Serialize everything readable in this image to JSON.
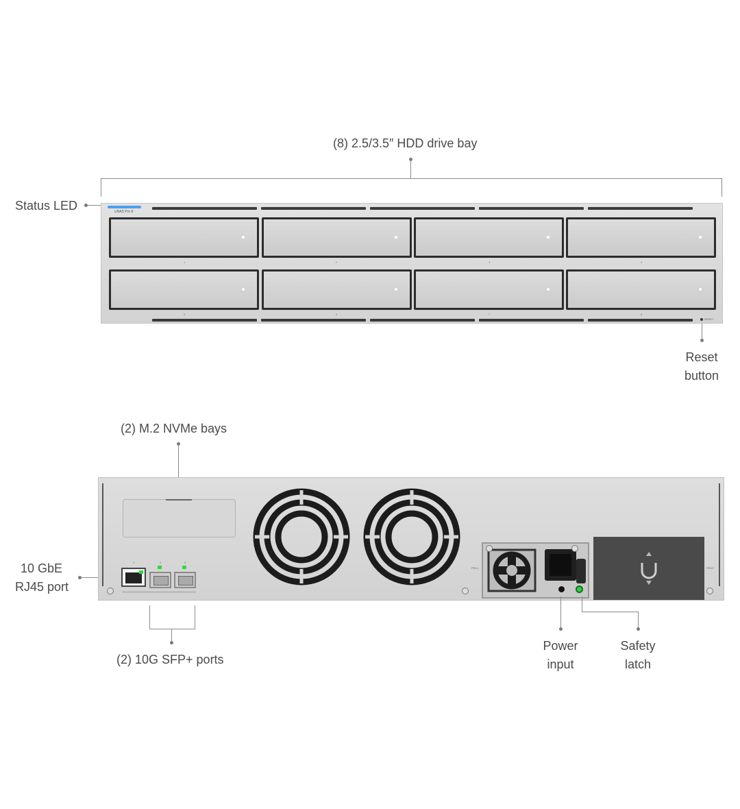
{
  "callouts": {
    "drive_bay": "(8) 2.5/3.5″ HDD drive bay",
    "status_led": "Status LED",
    "reset_line1": "Reset",
    "reset_line2": "button",
    "nvme": "(2) M.2 NVMe bays",
    "rj45_line1": "10 GbE",
    "rj45_line2": "RJ45 port",
    "sfp": "(2) 10G SFP+ ports",
    "power_line1": "Power",
    "power_line2": "input",
    "safety_line1": "Safety",
    "safety_line2": "latch"
  },
  "front": {
    "model": "UNAS Pro 8",
    "reset_label": "RESET",
    "bay_numbers": [
      "1",
      "2",
      "3",
      "4",
      "5",
      "6",
      "7",
      "8"
    ]
  },
  "rear": {
    "port_numbers": [
      "1",
      "2",
      "3"
    ],
    "psu_label": "PSU1",
    "blank_label": "PSU2"
  },
  "colors": {
    "status_led": "#4aa0f0",
    "link_led": "#2bdc3a",
    "safety_latch": "#2bd43a",
    "chassis": "#d8d8d8"
  }
}
